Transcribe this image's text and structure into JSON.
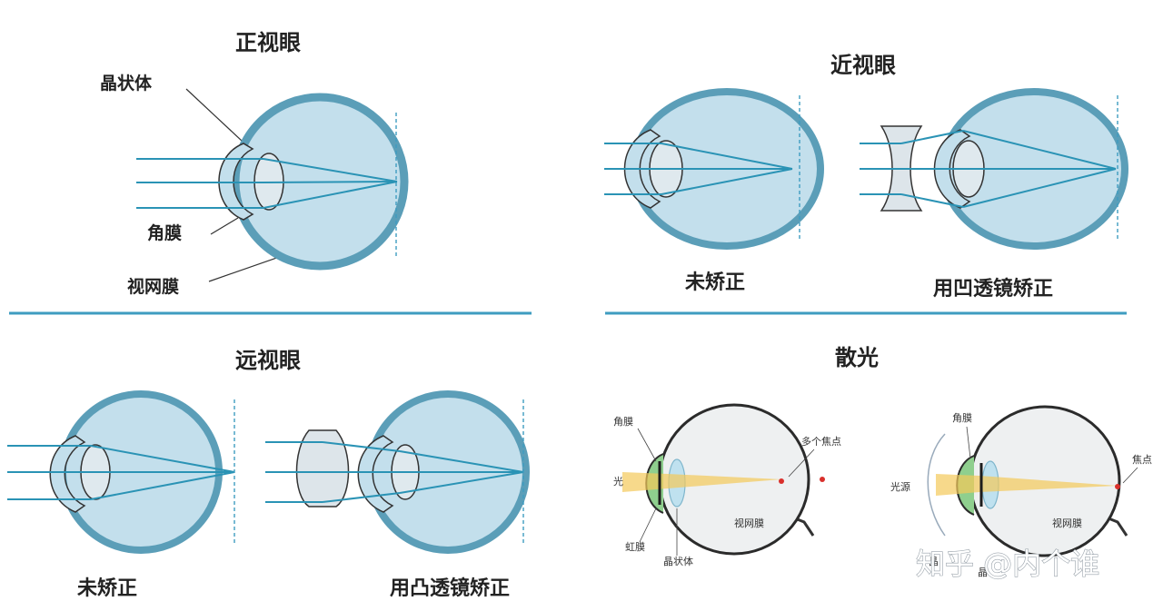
{
  "colors": {
    "eye_fill": "#c3dfec",
    "eye_ring": "#5b9eb8",
    "ray": "#2a93b5",
    "divider": "#3e9cc0",
    "astig_beam": "#f4c95a",
    "focus_dot": "#d9302c"
  },
  "normal": {
    "title": "正视眼",
    "lens_label": "晶状体",
    "cornea_label": "角膜",
    "retina_label": "视网膜"
  },
  "myopia": {
    "title": "近视眼",
    "uncorrected": "未矫正",
    "corrected": "用凹透镜矫正"
  },
  "hyperopia": {
    "title": "远视眼",
    "uncorrected": "未矫正",
    "corrected": "用凸透镜矫正"
  },
  "astigmatism": {
    "title": "散光",
    "left": {
      "cornea": "角膜",
      "light": "光",
      "iris": "虹膜",
      "lens": "晶状体",
      "retina": "视网膜",
      "foci": "多个焦点"
    },
    "right": {
      "cornea": "角膜",
      "light": "光源",
      "lens_partial": "晶",
      "lens_partial2": "晶",
      "retina": "视网膜",
      "focus": "焦点"
    }
  },
  "watermark": "知乎 @内个谁"
}
